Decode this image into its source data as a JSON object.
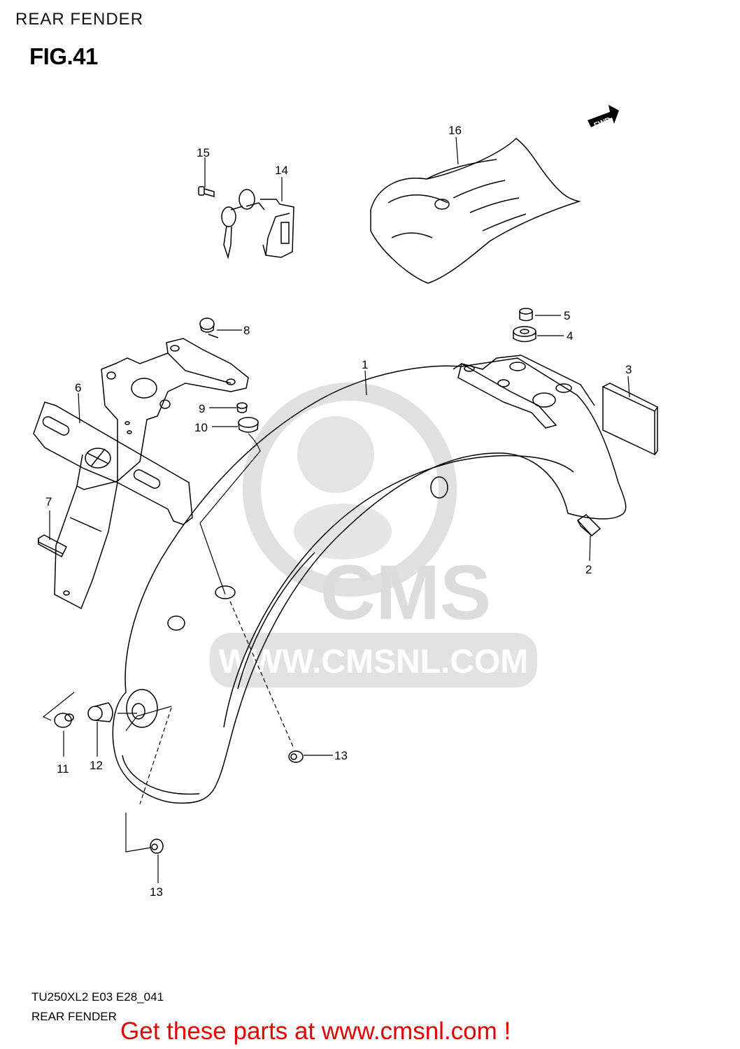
{
  "header": {
    "title": "REAR FENDER"
  },
  "figure": {
    "label": "FIG.41"
  },
  "arrow": {
    "label": "FWD"
  },
  "callouts": {
    "p1": "1",
    "p2": "2",
    "p3": "3",
    "p4": "4",
    "p5": "5",
    "p6": "6",
    "p7": "7",
    "p8": "8",
    "p9": "9",
    "p10": "10",
    "p11": "11",
    "p12": "12",
    "p13a": "13",
    "p13b": "13",
    "p14": "14",
    "p15": "15",
    "p16": "16"
  },
  "watermark": {
    "brand": "CMS",
    "url": "WWW.CMSNL.COM"
  },
  "footer": {
    "model_code": "TU250XL2 E03 E28_041",
    "caption": "REAR FENDER",
    "promo": "Get these parts at www.cmsnl.com !"
  },
  "colors": {
    "promo": "#e00000",
    "watermark": "#d9d9d9",
    "line": "#000000"
  }
}
